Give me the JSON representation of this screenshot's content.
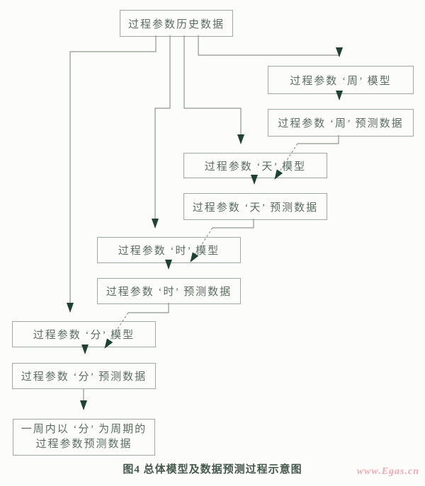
{
  "diagram": {
    "nodes": {
      "history": "过程参数历史数据",
      "week_model": "过程参数 ‘周’ 模型",
      "week_data": "过程参数 ‘周’ 预测数据",
      "day_model": "过程参数 ‘天’ 模型",
      "day_data": "过程参数 ‘天’ 预测数据",
      "hour_model": "过程参数 ‘时’ 模型",
      "hour_data": "过程参数 ‘时’ 预测数据",
      "min_model": "过程参数 ‘分’ 模型",
      "min_data": "过程参数 ‘分’ 预测数据",
      "final_line1": "一周内以 ‘分’ 为周期的",
      "final_line2": "过程参数预测数据"
    },
    "caption": "图4  总体模型及数据预测过程示意图",
    "watermark": "www.Egas.cn",
    "colors": {
      "line": "#8e988e",
      "arrowhead": "#1e4233",
      "box_border": "#9ea99f",
      "box_text": "#5b6d61",
      "caption_text": "#45584c",
      "watermark_text": "#f3a9b1",
      "background": "#fcfcfa"
    }
  }
}
